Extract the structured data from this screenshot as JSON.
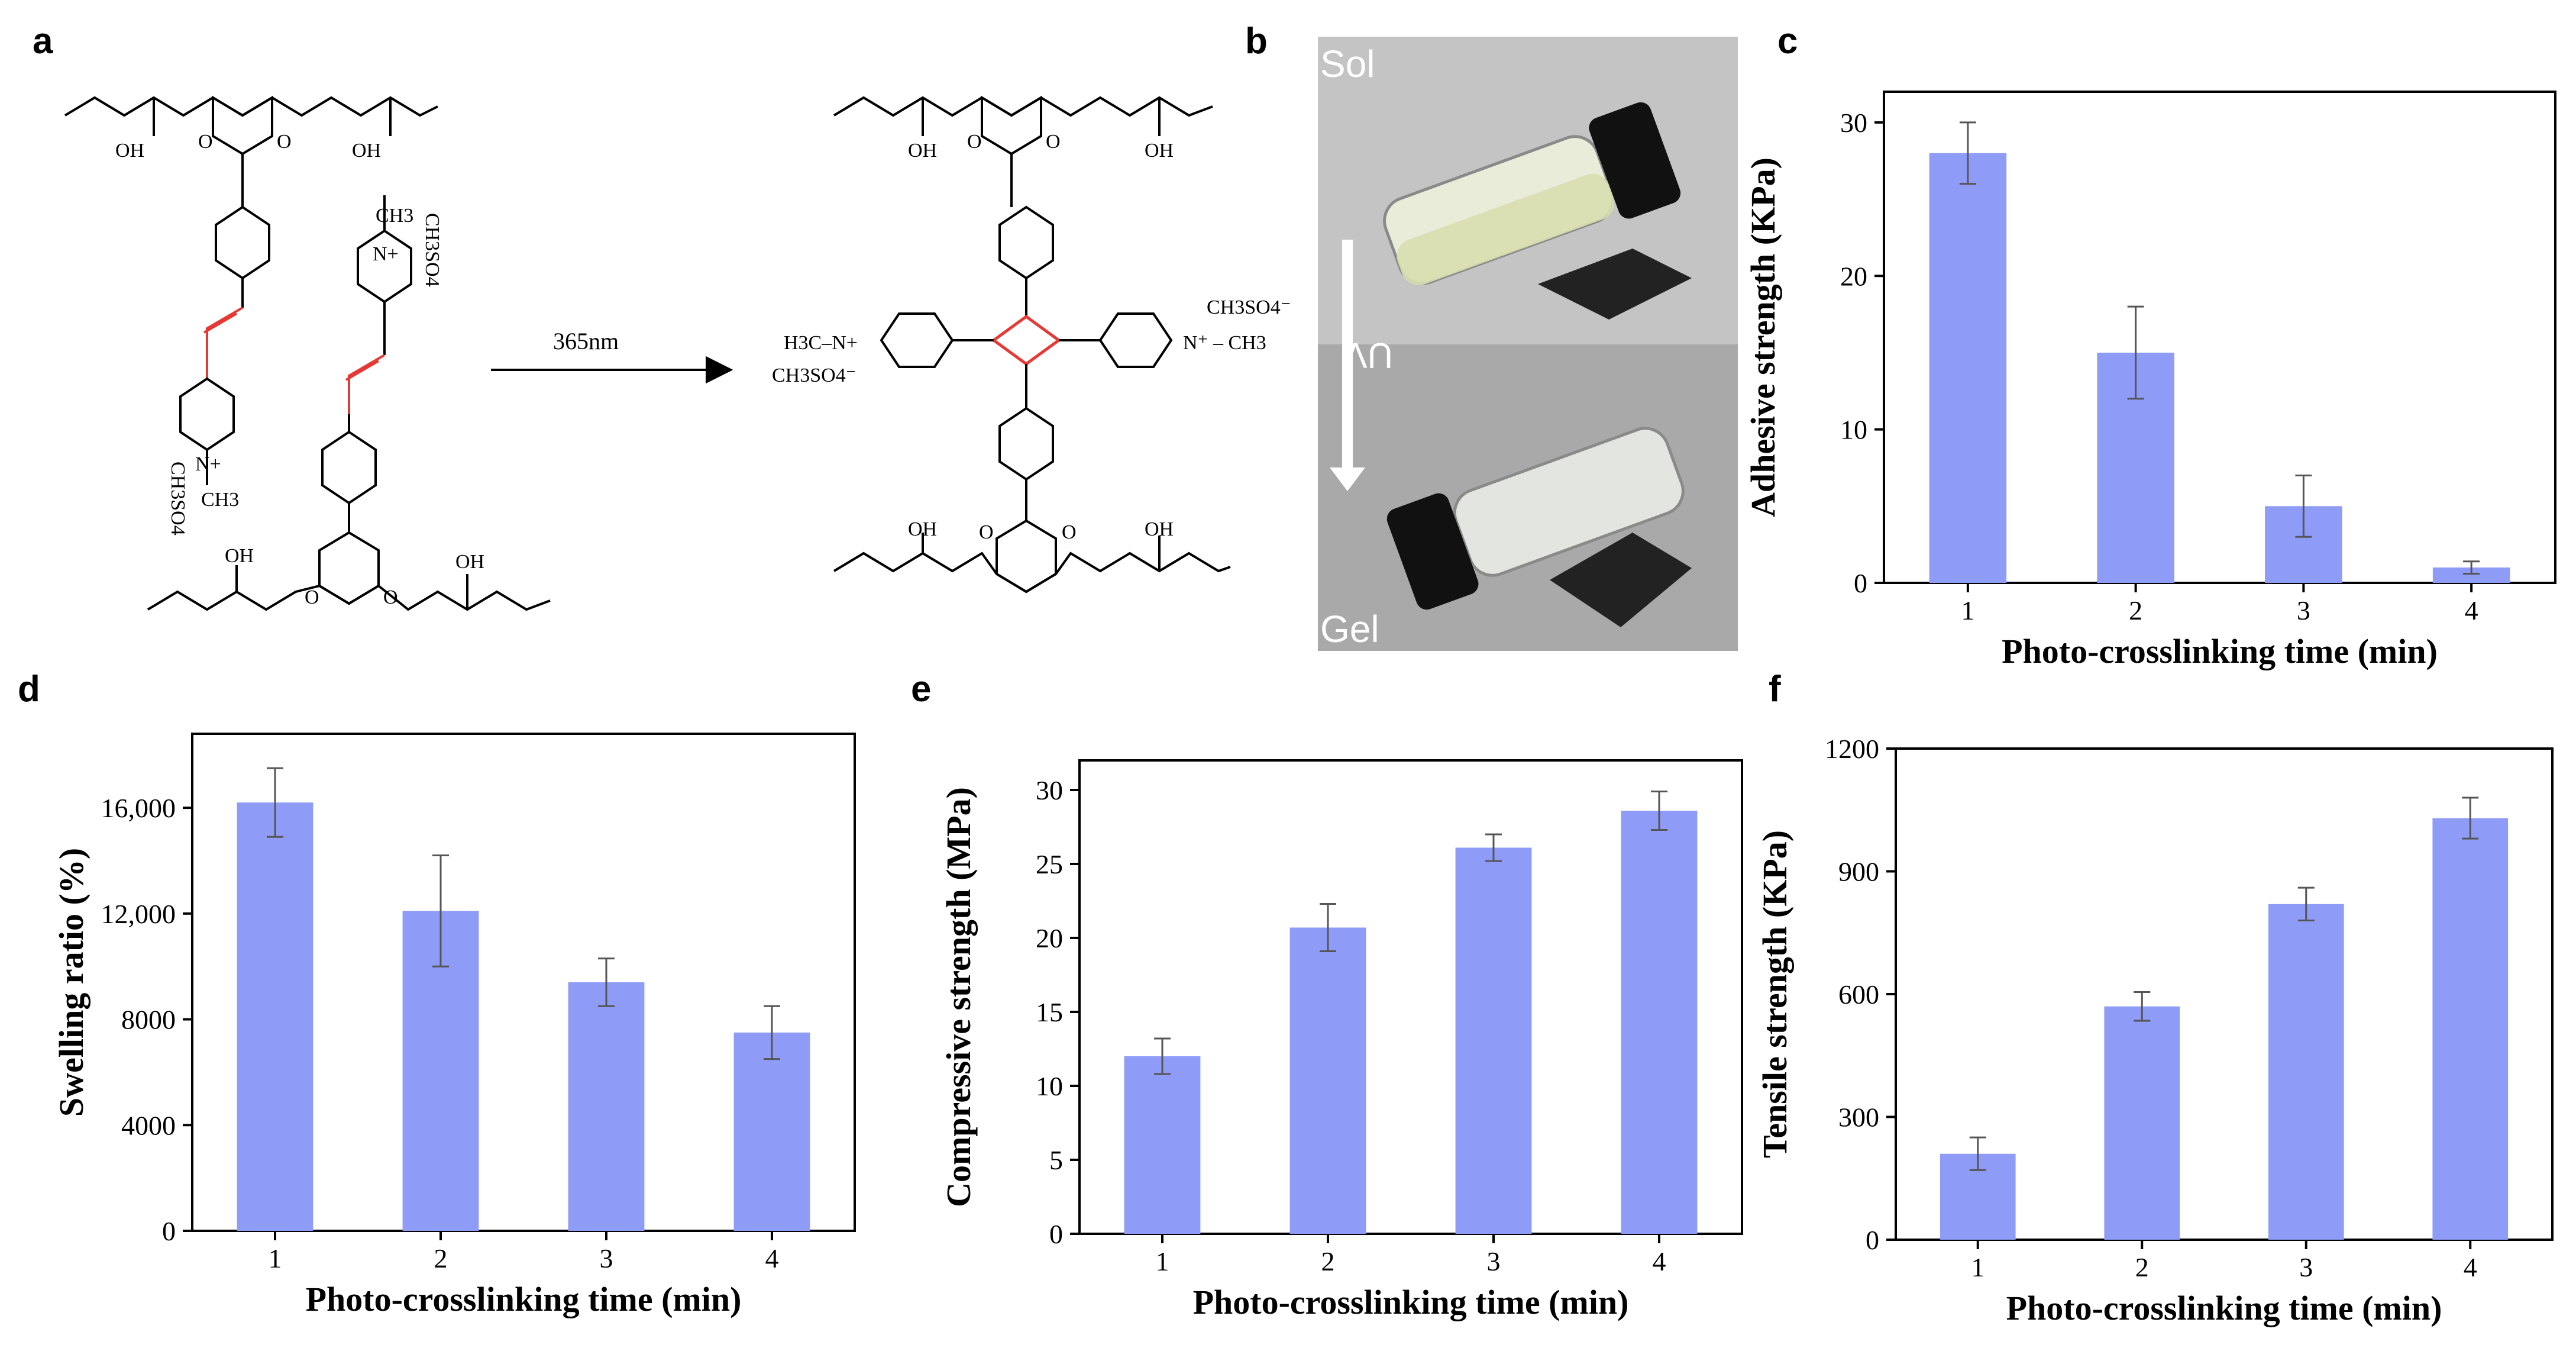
{
  "panel_labels": {
    "a": "a",
    "b": "b",
    "c": "c",
    "d": "d",
    "e": "e",
    "f": "f"
  },
  "scheme": {
    "arrow_label": "365nm",
    "oh": "OH",
    "o": "O",
    "ch3": "CH3",
    "n_plus": "N+",
    "counter_ion": "CH3SO4",
    "h3c_n": "H3C–N+",
    "ch3so4_minus": "CH3SO4⁻",
    "n_ch3": "N⁺ – CH3"
  },
  "photo": {
    "top_label": "Sol",
    "bottom_label": "Gel",
    "arrow_label": "UV"
  },
  "colors": {
    "bar": "#8e9bf7",
    "axis": "#000000",
    "error_bar": "#555555",
    "red_bond": "#e53935",
    "photo_bg_top": "#bdbdbd",
    "photo_bg_bottom": "#9e9e9e"
  },
  "chart_data": [
    {
      "id": "c",
      "type": "bar",
      "categories": [
        "1",
        "2",
        "3",
        "4"
      ],
      "values": [
        28,
        15,
        5,
        1
      ],
      "errors": [
        2,
        3,
        2,
        0.4
      ],
      "xlabel": "Photo-crosslinking time (min)",
      "ylabel": "Adhesive strength (KPa)",
      "ylim": [
        0,
        32
      ],
      "yticks": [
        0,
        10,
        20,
        30
      ],
      "ytick_labels": [
        "0",
        "10",
        "20",
        "30"
      ],
      "grid": false
    },
    {
      "id": "d",
      "type": "bar",
      "categories": [
        "1",
        "2",
        "3",
        "4"
      ],
      "values": [
        16200,
        12100,
        9400,
        7500
      ],
      "errors": [
        1300,
        2100,
        900,
        1000
      ],
      "xlabel": "Photo-crosslinking time (min)",
      "ylabel": "Swelling ratio (%)",
      "ylim": [
        0,
        18800
      ],
      "yticks": [
        0,
        4000,
        8000,
        12000,
        16000
      ],
      "ytick_labels": [
        "0",
        "4000",
        "8000",
        "12,000",
        "16,000"
      ],
      "grid": false
    },
    {
      "id": "e",
      "type": "bar",
      "categories": [
        "1",
        "2",
        "3",
        "4"
      ],
      "values": [
        12,
        20.7,
        26.1,
        28.6
      ],
      "errors": [
        1.2,
        1.6,
        0.9,
        1.3
      ],
      "xlabel": "Photo-crosslinking time (min)",
      "ylabel": "Compressive strength (MPa)",
      "ylim": [
        0,
        32
      ],
      "yticks": [
        0,
        5,
        10,
        15,
        20,
        25,
        30
      ],
      "ytick_labels": [
        "0",
        "5",
        "10",
        "15",
        "20",
        "25",
        "30"
      ],
      "grid": false
    },
    {
      "id": "f",
      "type": "bar",
      "categories": [
        "1",
        "2",
        "3",
        "4"
      ],
      "values": [
        210,
        570,
        820,
        1030
      ],
      "errors": [
        40,
        35,
        40,
        50
      ],
      "xlabel": "Photo-crosslinking time (min)",
      "ylabel": "Tensile strength (KPa)",
      "ylim": [
        0,
        1200
      ],
      "yticks": [
        0,
        300,
        600,
        900,
        1200
      ],
      "ytick_labels": [
        "0",
        "300",
        "600",
        "900",
        "1200"
      ],
      "grid": false
    }
  ]
}
